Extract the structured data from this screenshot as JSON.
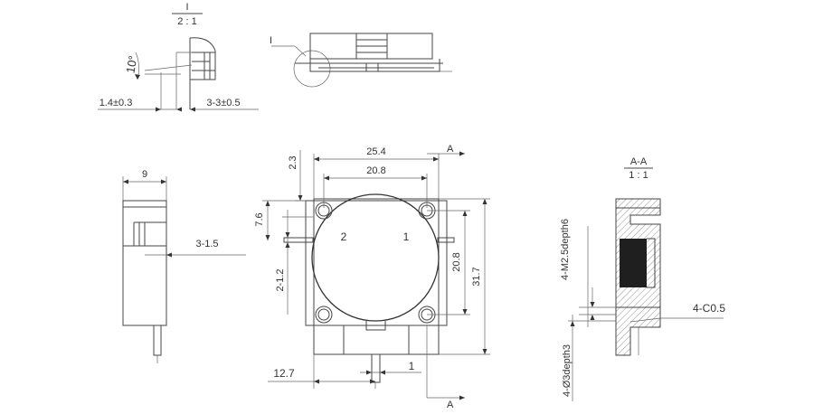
{
  "detail": {
    "id": "I",
    "scale": "2 : 1"
  },
  "detail_dims": {
    "angle": "10°",
    "left_dim": "1.4±0.3",
    "right_dim": "3-3±0.5",
    "callout": "I"
  },
  "side_view": {
    "width": "9",
    "pin_dim": "3-1.5"
  },
  "front_view": {
    "top_outer": "25.4",
    "top_inner": "20.8",
    "top_offset": "2.3",
    "left_upper": "7.6",
    "left_lower": "2-1.2",
    "right_inner": "20.8",
    "right_outer": "31.7",
    "bottom_left": "12.7",
    "bottom_right": "1",
    "port1": "1",
    "port2": "2",
    "section_top": "A",
    "section_bottom": "A"
  },
  "section": {
    "title": "A-A",
    "scale": "1 : 1",
    "thread_note": "4-M2.5depth6",
    "chamfer_note": "4-C0.5",
    "hole_note": "4-Ø3depth3"
  }
}
